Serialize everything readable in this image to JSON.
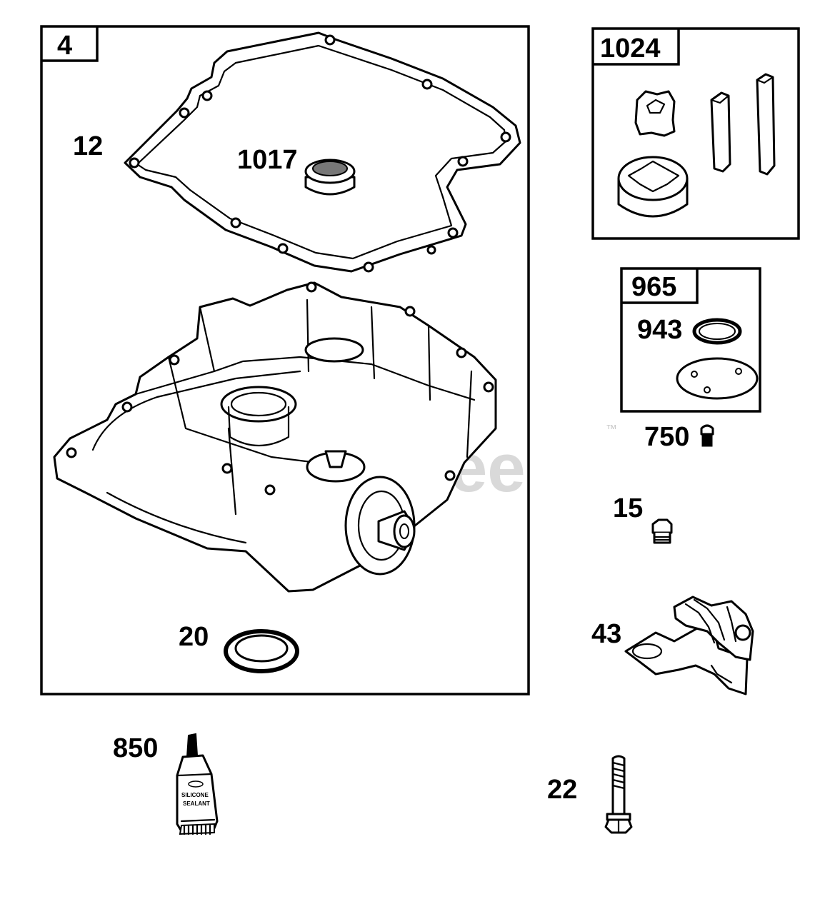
{
  "diagram": {
    "watermark": "PartsTree",
    "watermark_tm": "™",
    "kits": [
      {
        "id": "kit-4",
        "label": "4"
      },
      {
        "id": "kit-1024",
        "label": "1024"
      },
      {
        "id": "kit-965",
        "label": "965"
      }
    ],
    "parts": {
      "gasket": "12",
      "filter": "1017",
      "seal": "20",
      "oil_ring": "943",
      "screw": "750",
      "plug": "15",
      "governor": "43",
      "sealant": "850",
      "bolt": "22"
    },
    "sealant_text": {
      "line1": "SILICONE",
      "line2": "SEALANT"
    }
  }
}
